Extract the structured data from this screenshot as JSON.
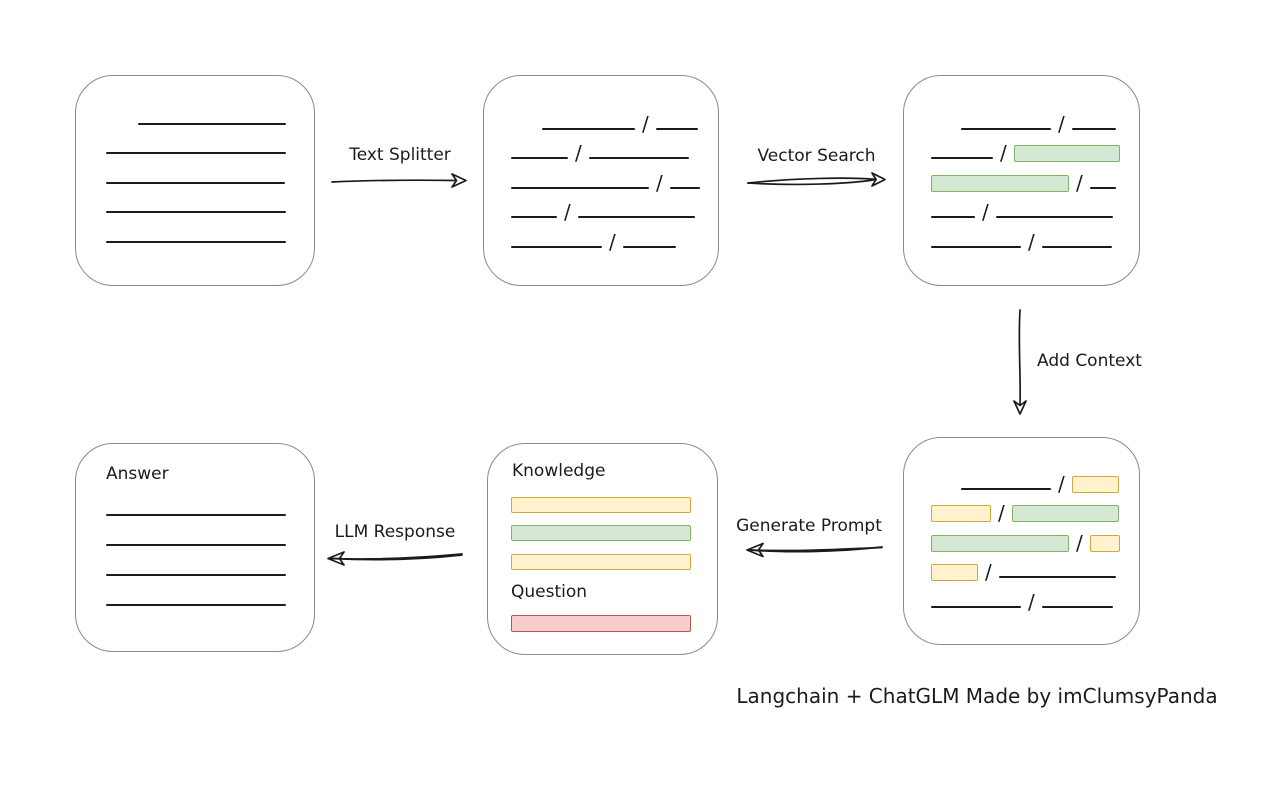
{
  "caption": "Langchain + ChatGLM Made by imClumsyPanda",
  "slash": "/",
  "colors": {
    "background": "#ffffff",
    "ink": "#1b1b1b",
    "box_border": "#8a8a8a",
    "green_fill": "#d5e8d4",
    "green_stroke": "#82b366",
    "yellow_fill": "#fff2cc",
    "yellow_stroke": "#d2a73f",
    "red_fill": "#f8cecc",
    "red_stroke": "#b85450"
  },
  "arrow_labels": {
    "text_splitter": "Text Splitter",
    "vector_search": "Vector Search",
    "add_context": "Add Context",
    "generate_prompt": "Generate Prompt",
    "llm_response": "LLM Response"
  },
  "boxes": {
    "document": {
      "rows": [
        {
          "indent": 62,
          "segments": [
            {
              "t": "line",
              "w": 148
            }
          ]
        },
        {
          "indent": 30,
          "segments": [
            {
              "t": "line",
              "w": 180
            }
          ]
        },
        {
          "indent": 30,
          "segments": [
            {
              "t": "line",
              "w": 179
            }
          ]
        },
        {
          "indent": 30,
          "segments": [
            {
              "t": "line",
              "w": 180
            }
          ]
        },
        {
          "indent": 30,
          "segments": [
            {
              "t": "line",
              "w": 180
            }
          ]
        }
      ]
    },
    "chunks": {
      "rows": [
        {
          "indent": 58,
          "segments": [
            {
              "t": "line",
              "w": 93
            },
            {
              "t": "slash"
            },
            {
              "t": "line",
              "w": 42
            }
          ]
        },
        {
          "indent": 27,
          "segments": [
            {
              "t": "line",
              "w": 57
            },
            {
              "t": "slash"
            },
            {
              "t": "line",
              "w": 100
            }
          ]
        },
        {
          "indent": 27,
          "segments": [
            {
              "t": "line",
              "w": 138
            },
            {
              "t": "slash"
            },
            {
              "t": "line",
              "w": 30
            }
          ]
        },
        {
          "indent": 27,
          "segments": [
            {
              "t": "line",
              "w": 46
            },
            {
              "t": "slash"
            },
            {
              "t": "line",
              "w": 117
            }
          ]
        },
        {
          "indent": 27,
          "segments": [
            {
              "t": "line",
              "w": 91
            },
            {
              "t": "slash"
            },
            {
              "t": "line",
              "w": 53
            }
          ]
        }
      ]
    },
    "vector": {
      "rows": [
        {
          "indent": 57,
          "segments": [
            {
              "t": "line",
              "w": 90
            },
            {
              "t": "slash"
            },
            {
              "t": "line",
              "w": 44
            }
          ]
        },
        {
          "indent": 27,
          "segments": [
            {
              "t": "line",
              "w": 62
            },
            {
              "t": "slash"
            },
            {
              "t": "chip",
              "c": "green",
              "w": 106
            }
          ]
        },
        {
          "indent": 27,
          "segments": [
            {
              "t": "chip",
              "c": "green",
              "w": 138
            },
            {
              "t": "slash"
            },
            {
              "t": "line",
              "w": 26
            }
          ]
        },
        {
          "indent": 27,
          "segments": [
            {
              "t": "line",
              "w": 44
            },
            {
              "t": "slash"
            },
            {
              "t": "line",
              "w": 117
            }
          ]
        },
        {
          "indent": 27,
          "segments": [
            {
              "t": "line",
              "w": 90
            },
            {
              "t": "slash"
            },
            {
              "t": "line",
              "w": 70
            }
          ]
        }
      ]
    },
    "context": {
      "rows": [
        {
          "indent": 57,
          "segments": [
            {
              "t": "line",
              "w": 90
            },
            {
              "t": "slash"
            },
            {
              "t": "chip",
              "c": "yellow",
              "w": 47
            }
          ]
        },
        {
          "indent": 27,
          "segments": [
            {
              "t": "chip",
              "c": "yellow",
              "w": 60
            },
            {
              "t": "slash"
            },
            {
              "t": "chip",
              "c": "green",
              "w": 107
            }
          ]
        },
        {
          "indent": 27,
          "segments": [
            {
              "t": "chip",
              "c": "green",
              "w": 138
            },
            {
              "t": "slash"
            },
            {
              "t": "chip",
              "c": "yellow",
              "w": 30
            }
          ]
        },
        {
          "indent": 27,
          "segments": [
            {
              "t": "chip",
              "c": "yellow",
              "w": 47
            },
            {
              "t": "slash"
            },
            {
              "t": "line",
              "w": 117
            }
          ]
        },
        {
          "indent": 27,
          "segments": [
            {
              "t": "line",
              "w": 90
            },
            {
              "t": "slash"
            },
            {
              "t": "line",
              "w": 71
            }
          ]
        }
      ]
    },
    "prompt": {
      "knowledge_label": "Knowledge",
      "question_label": "Question",
      "knowledge_bars": [
        "yellow",
        "green",
        "yellow"
      ],
      "question_bar": "red"
    },
    "answer": {
      "title": "Answer",
      "line_count": 4
    }
  }
}
